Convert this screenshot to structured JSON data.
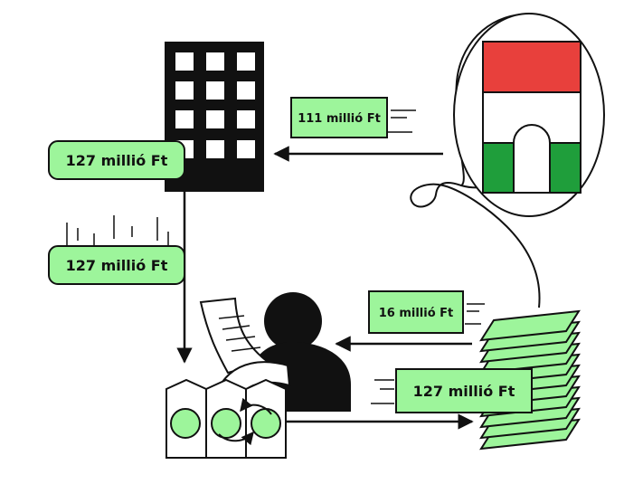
{
  "labels": {
    "building_amount": "127 millió Ft",
    "falling_amount": "127 millió Ft",
    "flag_to_building_amount": "111 millió Ft",
    "to_person_amount": "16 millió Ft",
    "printer_to_stack_amount": "127 millió Ft"
  },
  "colors": {
    "ink": "#111111",
    "money_green": "#9df59b",
    "flag_red": "#e8403c",
    "flag_white": "#ffffff",
    "flag_green": "#1f9e3b"
  },
  "icons": {
    "building": "office-building-icon",
    "flag": "hungarian-flag-icon",
    "person": "person-icon",
    "printer": "money-printer-icon",
    "stack": "money-stack-icon"
  }
}
